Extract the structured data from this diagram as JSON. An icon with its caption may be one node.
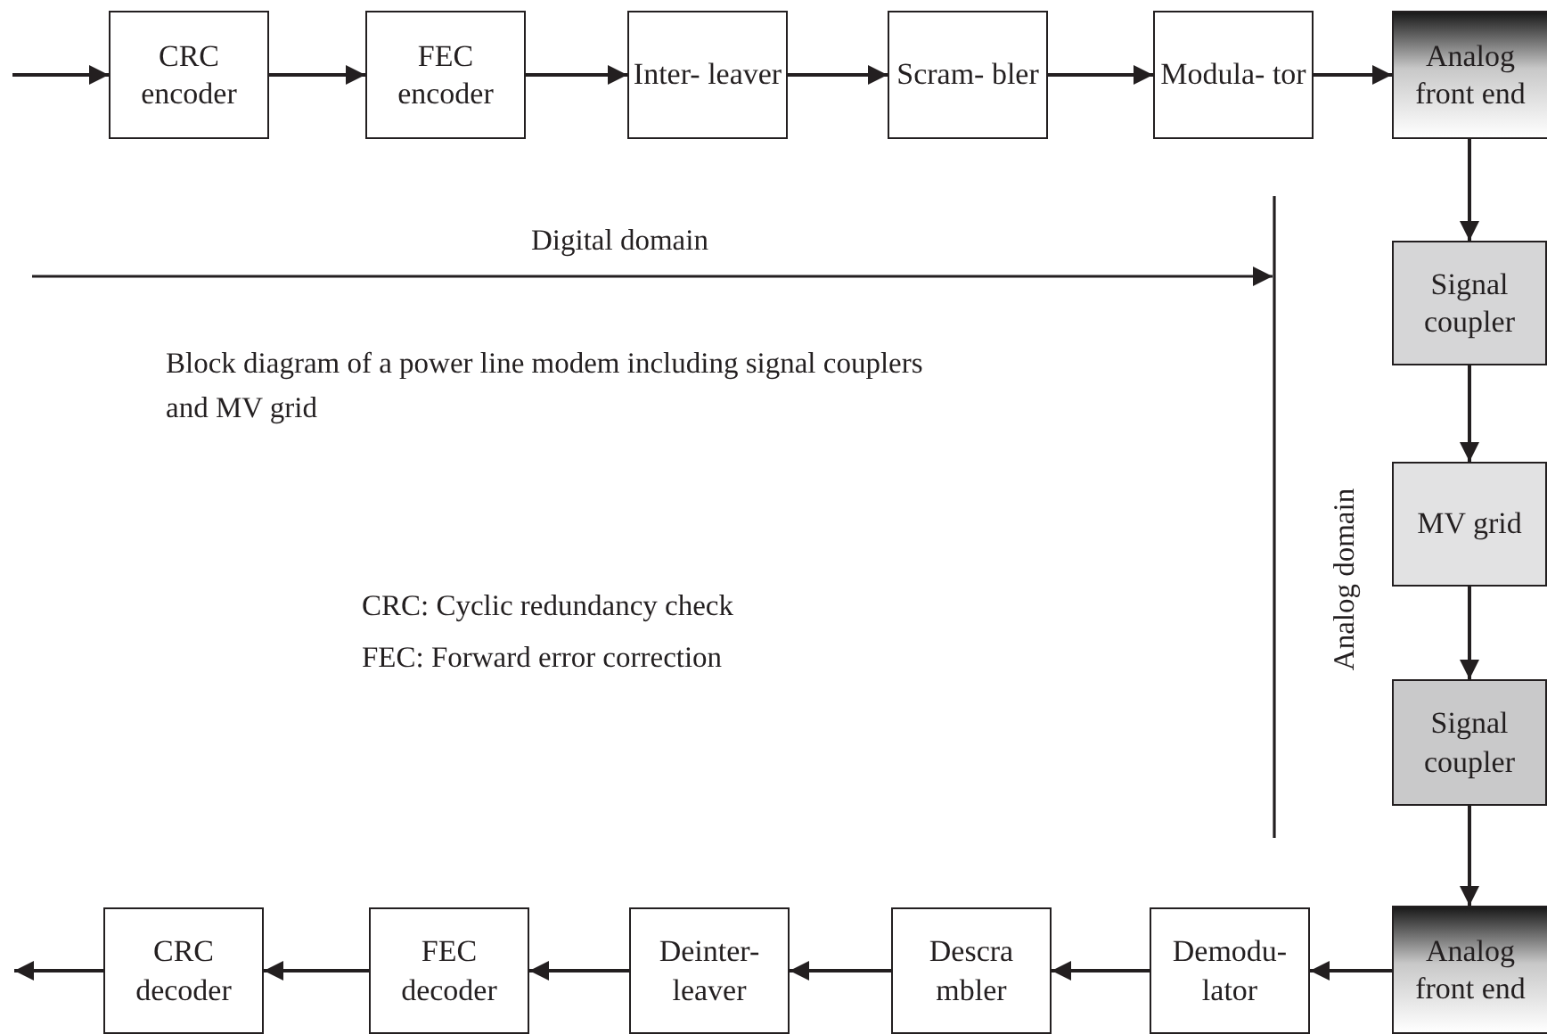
{
  "diagram": {
    "nodes": [
      {
        "text": [
          "CRC encoder"
        ]
      },
      {
        "text": [
          "FEC encoder"
        ]
      },
      {
        "text": [
          "Inter- leaver"
        ]
      },
      {
        "text": [
          "Scram- bler"
        ]
      },
      {
        "text": [
          "Modula- tor"
        ]
      },
      {
        "text": [
          "Analog front end"
        ]
      },
      {
        "text": [
          "Signal coupler"
        ]
      },
      {
        "text": [
          "MV grid"
        ]
      },
      {
        "text": [
          "Signal coupler"
        ]
      },
      {
        "text": [
          "Analog front end"
        ]
      },
      {
        "text": [
          "Demodu- lator"
        ]
      },
      {
        "text": [
          "Descra mbler"
        ]
      },
      {
        "text": [
          "Deinter- leaver"
        ]
      },
      {
        "text": [
          "FEC decoder"
        ]
      },
      {
        "text": [
          "CRC decoder"
        ]
      }
    ],
    "edges": [
      {
        "from": null,
        "to": 0,
        "arrow": "to"
      },
      {
        "from": 0,
        "to": 1,
        "arrow": "to"
      },
      {
        "from": 1,
        "to": 2,
        "arrow": "to"
      },
      {
        "from": 2,
        "to": 3,
        "arrow": "to"
      },
      {
        "from": 3,
        "to": 4,
        "arrow": "to"
      },
      {
        "from": 4,
        "to": 5,
        "arrow": "to"
      },
      {
        "from": 5,
        "to": 6,
        "arrow": "to"
      },
      {
        "from": 6,
        "to": 7,
        "arrow": "to"
      },
      {
        "from": 7,
        "to": 8,
        "arrow": "to"
      },
      {
        "from": 8,
        "to": 9,
        "arrow": "to"
      },
      {
        "from": 9,
        "to": 10,
        "arrow": "to"
      },
      {
        "from": 10,
        "to": 11,
        "arrow": "to"
      },
      {
        "from": 11,
        "to": 12,
        "arrow": "to"
      },
      {
        "from": 12,
        "to": 13,
        "arrow": "to"
      },
      {
        "from": 13,
        "to": 14,
        "arrow": "to"
      },
      {
        "from": 14,
        "to": null,
        "arrow": "to"
      }
    ],
    "labels": [
      "Digital domain",
      "Block diagram of a power line modem including signal couplers and MV grid",
      "CRC: Cyclic redundancy check",
      "FEC: Forward error correction",
      "Analog domain"
    ]
  }
}
